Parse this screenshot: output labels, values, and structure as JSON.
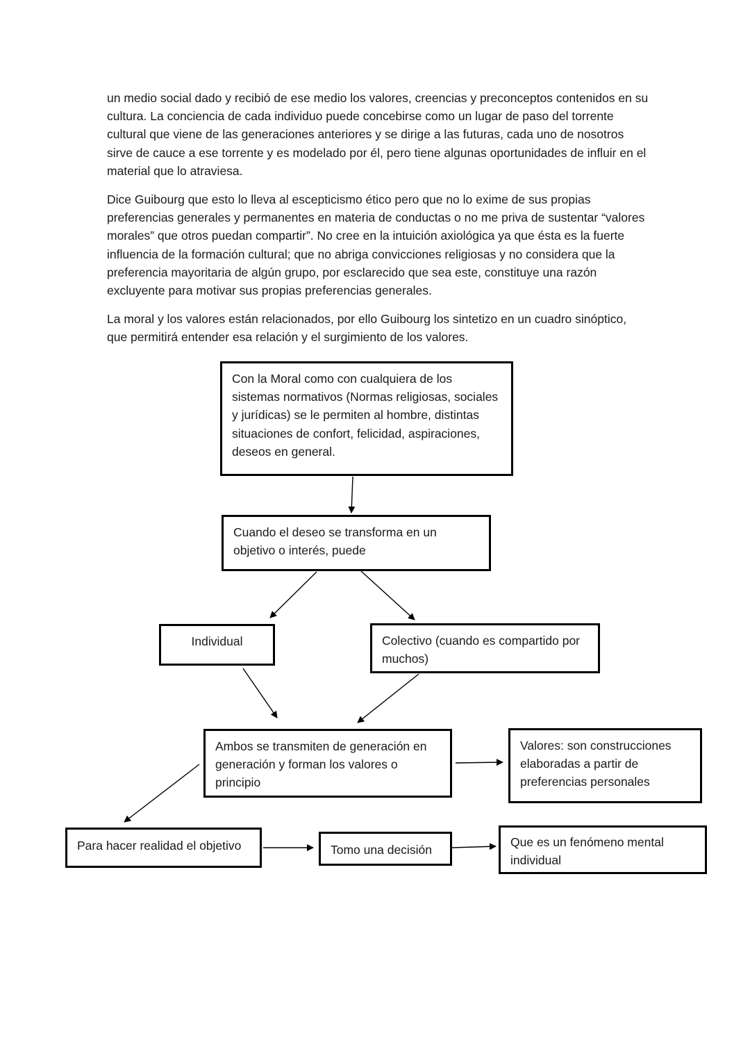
{
  "document": {
    "paragraphs": [
      "un medio social dado y recibió de ese medio los valores, creencias y preconceptos contenidos en su cultura. La conciencia de cada individuo puede concebirse como un lugar de paso del torrente cultural que viene de las generaciones anteriores y se dirige a las futuras, cada uno de nosotros sirve de cauce a ese torrente y es modelado por él, pero tiene algunas oportunidades de influir en el material que lo atraviesa.",
      "Dice Guibourg que esto lo lleva al escepticismo ético pero que no lo exime de sus propias preferencias generales y permanentes en materia de conductas o no me priva de sustentar “valores morales” que otros puedan compartir”. No cree en la intuición axiológica ya que ésta es la fuerte influencia de la formación cultural; que no abriga convicciones religiosas y no considera que la preferencia mayoritaria de algún grupo, por esclarecido que sea este, constituye una razón excluyente para motivar sus propias preferencias generales.",
      "La moral y los valores están relacionados, por ello Guibourg los sintetizo en un cuadro sinóptico, que permitirá entender esa relación y el surgimiento de los valores."
    ]
  },
  "diagram": {
    "moral": "Con la Moral como con cualquiera de los sistemas normativos (Normas religiosas, sociales y jurídicas) se le permiten al hombre, distintas situaciones de confort, felicidad, aspiraciones, deseos en general.",
    "deseo": "Cuando el deseo se transforma en un objetivo o interés, puede",
    "individual": "Individual",
    "colectivo": "Colectivo (cuando es compartido por muchos)",
    "ambos": "Ambos se transmiten de generación en generación y forman los valores o principio",
    "valores": "Valores: son construcciones elaboradas a partir de preferencias personales",
    "hacer": "Para hacer realidad el objetivo",
    "tomo": "Tomo una decisión",
    "fenomeno": "Que es un fenómeno mental individual"
  }
}
